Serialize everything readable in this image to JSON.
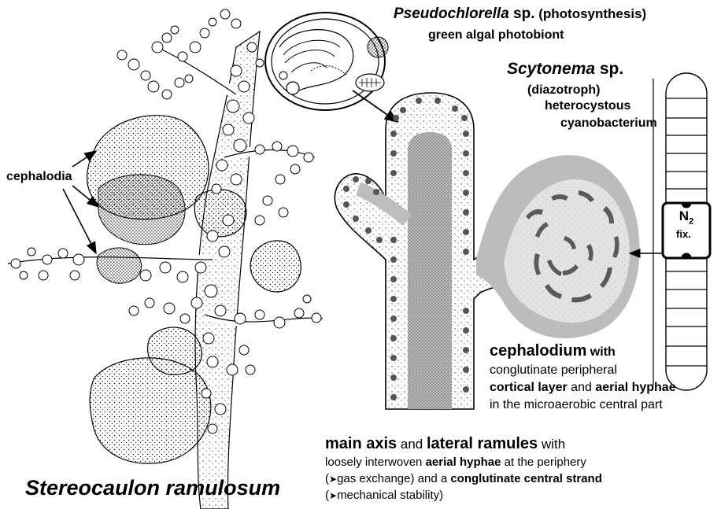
{
  "labels": {
    "pseudochlorella_name": "Pseudochlorella",
    "pseudochlorella_sp": " sp.",
    "pseudochlorella_role": " (photosynthesis)",
    "pseudochlorella_desc": "green algal photobiont",
    "scytonema_name": "Scytonema",
    "scytonema_sp": " sp.",
    "scytonema_role": "(diazotroph)",
    "scytonema_desc1": "heterocystous",
    "scytonema_desc2": "cyanobacterium",
    "cephalodia": "cephalodia",
    "n2": "N",
    "n2_sub": "2",
    "fix": "fix.",
    "ceph_title": "cephalodium",
    "ceph_with": " with",
    "ceph_line2": "conglutinate peripheral",
    "ceph_line3a": "cortical layer",
    "ceph_line3b": " and ",
    "ceph_line3c": "aerial hyphae",
    "ceph_line4": "in the microaerobic central part",
    "axis_title_a": "main axis",
    "axis_title_b": " and ",
    "axis_title_c": "lateral ramules",
    "axis_title_d": " with",
    "axis_line2a": "loosely interwoven  ",
    "axis_line2b": "aerial hyphae",
    "axis_line2c": "  at the periphery",
    "axis_line3a": "(",
    "axis_line3b": "gas exchange) and a ",
    "axis_line3c": "conglutinate central strand",
    "axis_line4a": "(",
    "axis_line4b": "mechanical stability)",
    "species_title": "Stereocaulon ramulosum"
  },
  "colors": {
    "ink": "#000000",
    "stipple_light": "#e6e6e6",
    "cortex_gray": "#b9b9b9",
    "paper": "#ffffff"
  }
}
